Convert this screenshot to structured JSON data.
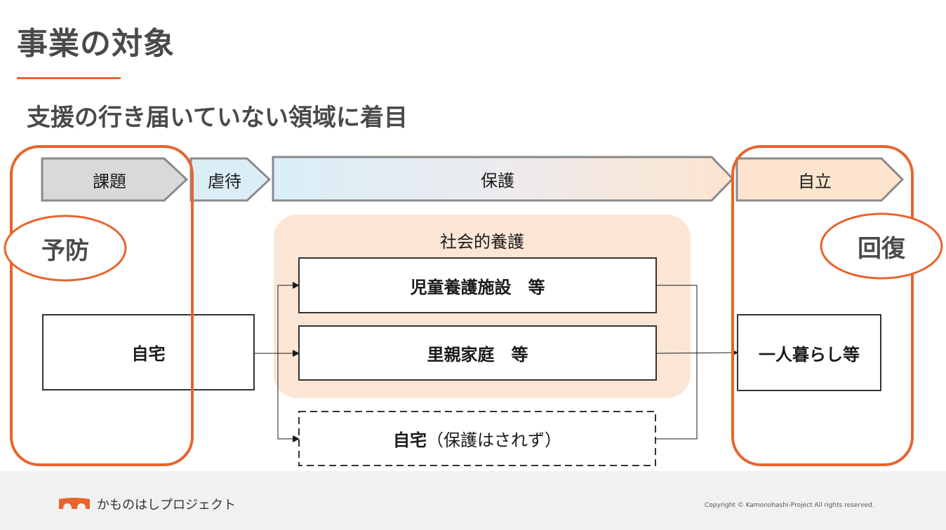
{
  "slide": {
    "title": "事業の対象",
    "subtitle": "支援の行き届いていない領域に着目"
  },
  "stages": {
    "issue": "課題",
    "abuse": "虐待",
    "protection": "保護",
    "independence": "自立"
  },
  "ovals": {
    "prevention": "予防",
    "recovery": "回復"
  },
  "social_care": {
    "label": "社会的養護",
    "facility": "児童養護施設　等",
    "foster": "里親家庭　等"
  },
  "nodes": {
    "home": "自宅",
    "home_unprotected_bold": "自宅",
    "home_unprotected_note": "（保護はされず）",
    "living_alone": "一人暮らし等"
  },
  "footer": {
    "logo_text": "かものはしプロジェクト",
    "copyright": "Copyright © Kamonohashi-Project All rights reserved."
  },
  "colors": {
    "accent": "#e8642c",
    "issue_fill": "#d9d9d9",
    "abuse_fill": "#dbeef6",
    "independence_fill": "#fde4cf",
    "social_care_bg": "#fbe6d6",
    "footer_bg": "#f1f1f1"
  }
}
